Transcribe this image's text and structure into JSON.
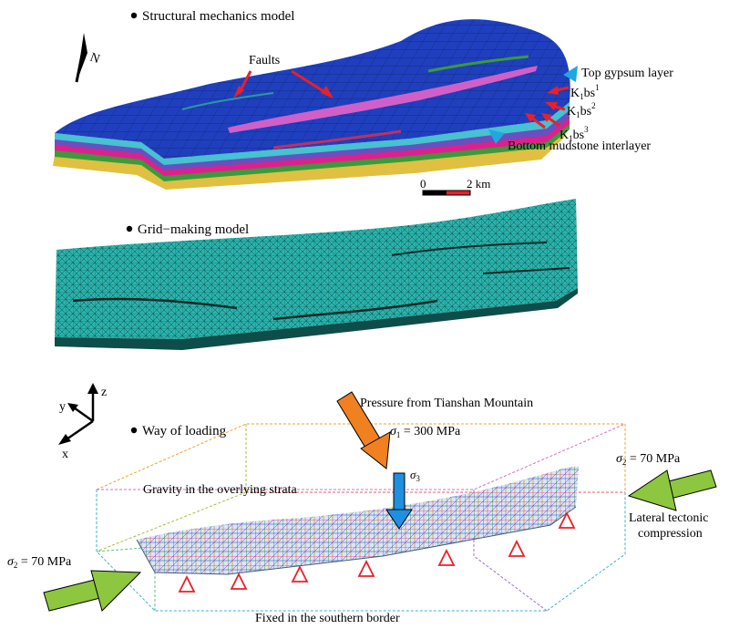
{
  "panel1": {
    "title": "Structural mechanics model",
    "north": "N",
    "faults": "Faults",
    "top_layer": "Top  gypsum layer",
    "k1bs1": "K",
    "k1bs2": "K",
    "k1bs3": "K",
    "k_sub": "1",
    "k_bs": "bs",
    "sup1": "1",
    "sup2": "2",
    "sup3": "3",
    "bottom_layer": "Bottom  mudstone interlayer",
    "scale_zero": "0",
    "scale_two": "2 km"
  },
  "panel2": {
    "title": "Grid−making model"
  },
  "panel3": {
    "title": "Way of loading",
    "axis_x": "x",
    "axis_y": "y",
    "axis_z": "z",
    "pressure": "Pressure from Tianshan Mountain",
    "sigma": "σ",
    "sigma1_sub": "1",
    "sigma1_val": " = 300 MPa",
    "gravity": "Gravity in the overlying strata",
    "sigma3_sub": "3",
    "sigma2_sub": "2",
    "sigma2_val_right": " = 70 MPa",
    "sigma2_val_left": " = 70 MPa",
    "lateral1": "Lateral tectonic",
    "lateral2": "compression",
    "fixed": "Fixed in the southern border"
  },
  "colors": {
    "model_blue": "#1f3fbf",
    "fault_pink": "#c060c0",
    "mesh_teal": "#2aa7a0",
    "arrow_red": "#e8202a",
    "arrow_cyan": "#1fa8e0",
    "arrow_orange": "#f08020",
    "arrow_blue": "#1f8fe0",
    "arrow_green": "#8dc63f"
  }
}
